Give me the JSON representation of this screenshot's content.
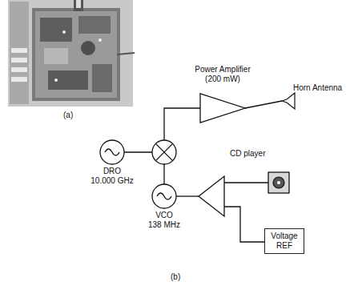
{
  "diagram": {
    "nodes": [
      {
        "text": [
          "Power Amplifier (200 mW)"
        ]
      },
      {
        "text": [
          "Horn Antenna"
        ]
      },
      {
        "text": [
          "DRO",
          "10.000 GHz"
        ]
      },
      {
        "text": [
          "CD player"
        ]
      },
      {
        "text": [
          "VCO",
          "138 MHz"
        ]
      },
      {
        "text": [
          "Voltage REF"
        ]
      }
    ],
    "edges": [
      {
        "from": 0,
        "to": 1,
        "arrow": "none"
      }
    ],
    "labels": [
      "(a)",
      "(b)"
    ]
  }
}
